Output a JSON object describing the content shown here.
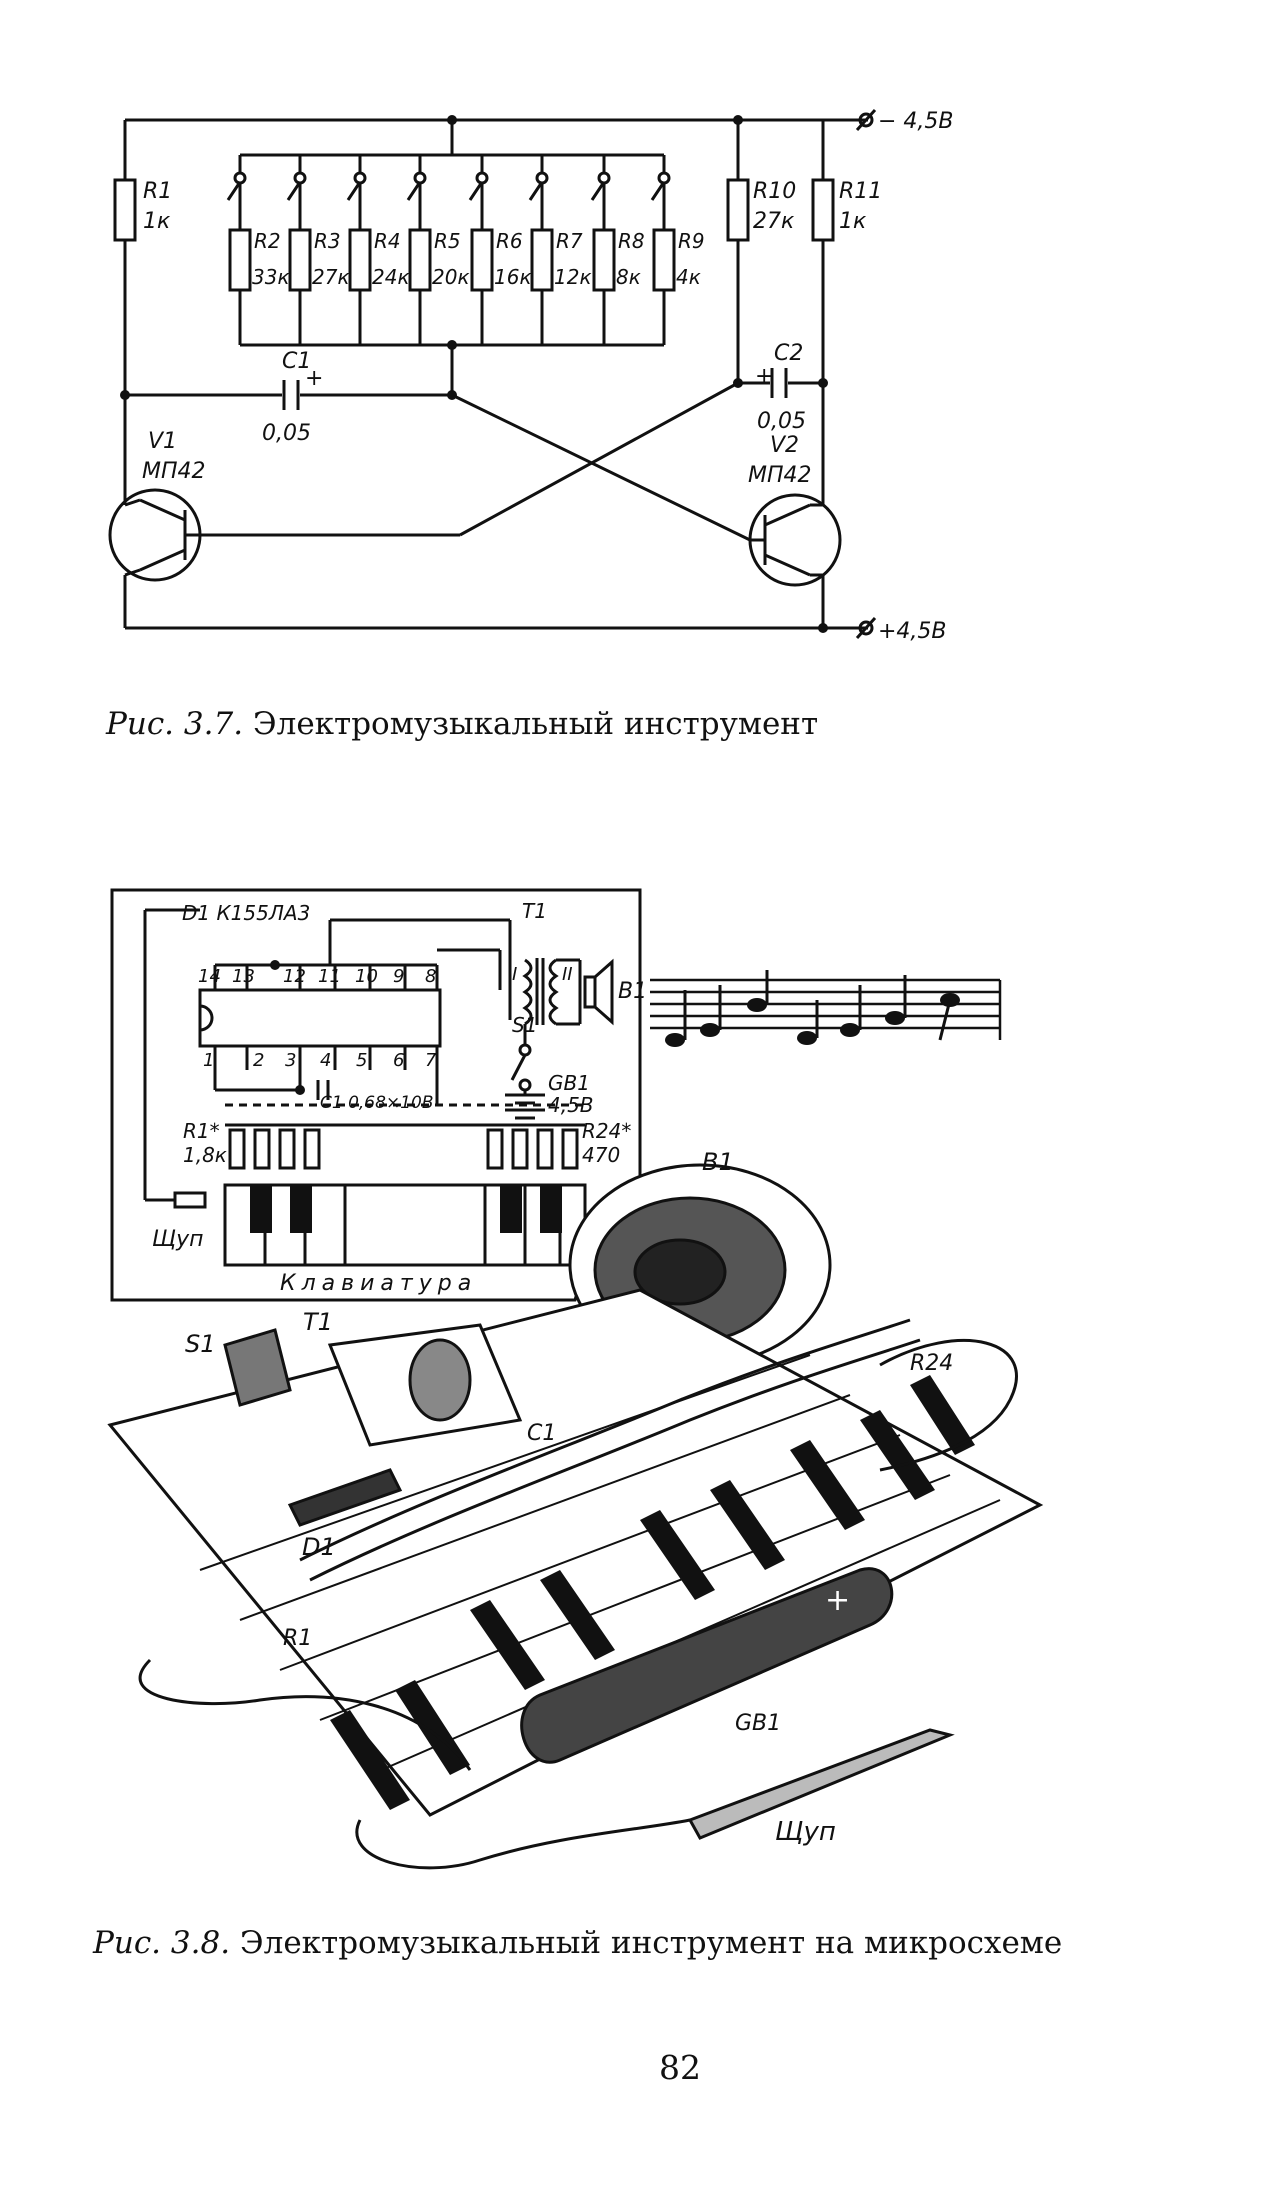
{
  "fig37": {
    "caption_num": "Рис. 3.7.",
    "caption_text": "Электромузыкальный инструмент",
    "supply_neg": "− 4,5В",
    "supply_pos": "+4,5В",
    "r1": {
      "name": "R1",
      "value": "1к"
    },
    "r10": {
      "name": "R10",
      "value": "27к"
    },
    "r11": {
      "name": "R11",
      "value": "1к"
    },
    "keys": [
      {
        "name": "R2",
        "value": "33к"
      },
      {
        "name": "R3",
        "value": "27к"
      },
      {
        "name": "R4",
        "value": "24к"
      },
      {
        "name": "R5",
        "value": "20к"
      },
      {
        "name": "R6",
        "value": "16к"
      },
      {
        "name": "R7",
        "value": "12к"
      },
      {
        "name": "R8",
        "value": "8к"
      },
      {
        "name": "R9",
        "value": "4к"
      }
    ],
    "c1": {
      "name": "C1",
      "value": "0,05"
    },
    "c2": {
      "name": "C2",
      "value": "0,05"
    },
    "v1": {
      "name": "V1",
      "type": "МП42"
    },
    "v2": {
      "name": "V2",
      "type": "МП42"
    }
  },
  "fig38": {
    "caption_num": "Рис. 3.8.",
    "caption_text": "Электромузыкальный инструмент на микросхеме",
    "ic_label": "D1 К155ЛА3",
    "pins_top": [
      "14",
      "13",
      "12",
      "11",
      "10",
      "9",
      "8"
    ],
    "pins_bottom": [
      "1",
      "2",
      "3",
      "4",
      "5",
      "6",
      "7"
    ],
    "t1": "T1",
    "t1_primary": "I",
    "t1_secondary": "II",
    "b1": "B1",
    "s1": "S1",
    "gb1": "GB1",
    "gb1_value": "4,5В",
    "c1_label": "С1 0,68×10В",
    "r1_label": "R1*",
    "r1_value": "1,8к",
    "r24_label": "R24*",
    "r24_value": "470",
    "probe": "Щуп",
    "keyboard": "Клавиатура",
    "ill_b1": "B1",
    "ill_s1": "S1",
    "ill_t1": "T1",
    "ill_c1": "C1",
    "ill_d1": "D1",
    "ill_r1": "R1",
    "ill_r24": "R24",
    "ill_gb1": "GB1",
    "ill_probe": "Щуп",
    "battery_plus": "+"
  },
  "page_number": "82"
}
